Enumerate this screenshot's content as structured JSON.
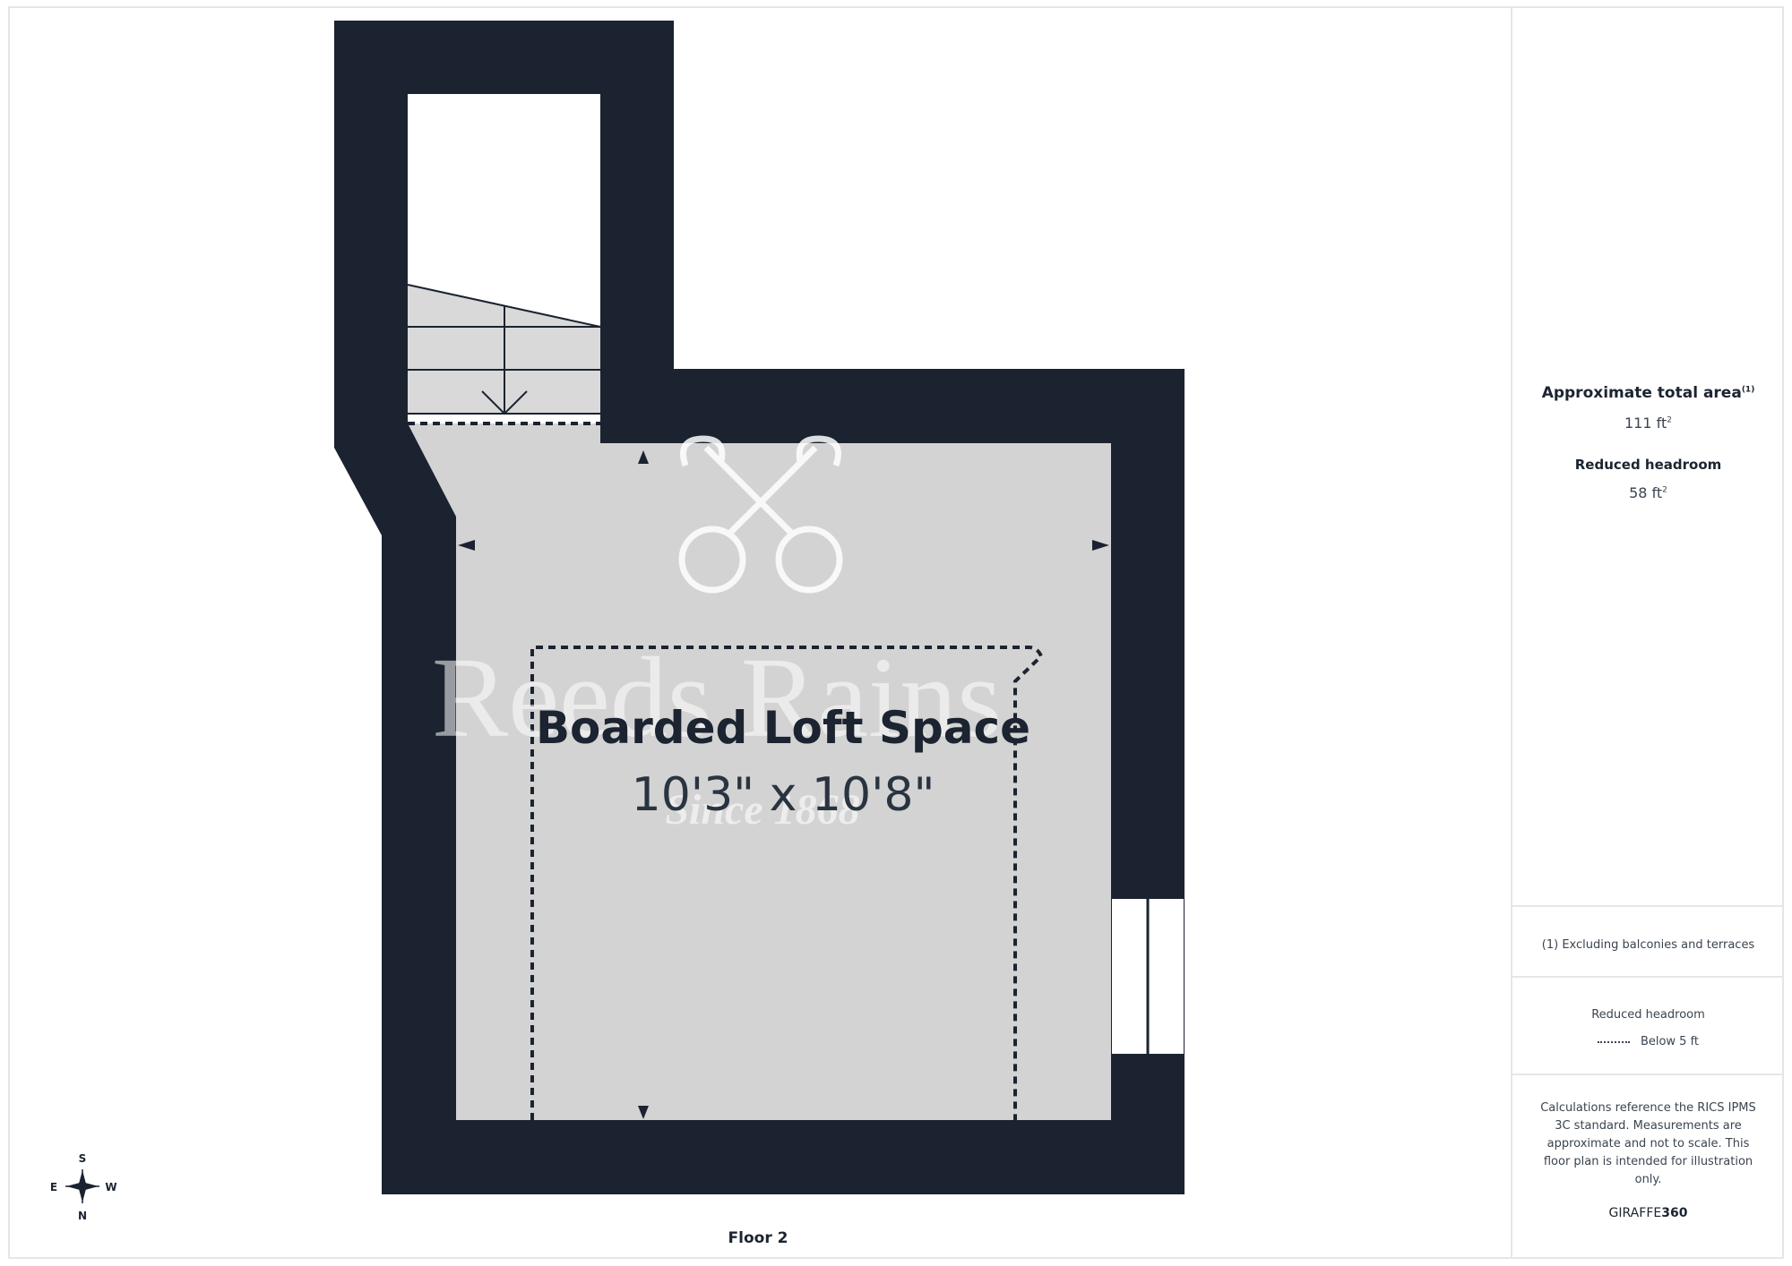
{
  "colors": {
    "wall": "#1b2330",
    "floor": "#d3d3d3",
    "stair": "#d9d9d9",
    "watermark": "#ffffff",
    "text": "#1b2430",
    "muted": "#3a4450",
    "sidebar_border": "#e6e6e6"
  },
  "room": {
    "name": "Boarded Loft Space",
    "dimensions": "10'3\" x 10'8\""
  },
  "watermark": {
    "brand": "Reeds Rains",
    "tagline": "Since 1868"
  },
  "floor_label": "Floor 2",
  "compass": {
    "north": "N",
    "south": "S",
    "east": "E",
    "west": "W",
    "icon": "compass-rose-icon"
  },
  "sidebar": {
    "total_area_label": "Approximate total area",
    "total_area_note_marker": "(1)",
    "total_area_value": "111 ft",
    "reduced_headroom_label": "Reduced headroom",
    "reduced_headroom_value": "58 ft",
    "unit_superscript": "2",
    "footnote": "(1) Excluding balconies and terraces",
    "legend_title": "Reduced headroom",
    "legend_entry": "Below 5 ft",
    "disclaimer": "Calculations reference the RICS IPMS 3C standard. Measurements are approximate and not to scale. This floor plan is intended for illustration only.",
    "brand_left": "GIRAFFE",
    "brand_right": "360"
  }
}
